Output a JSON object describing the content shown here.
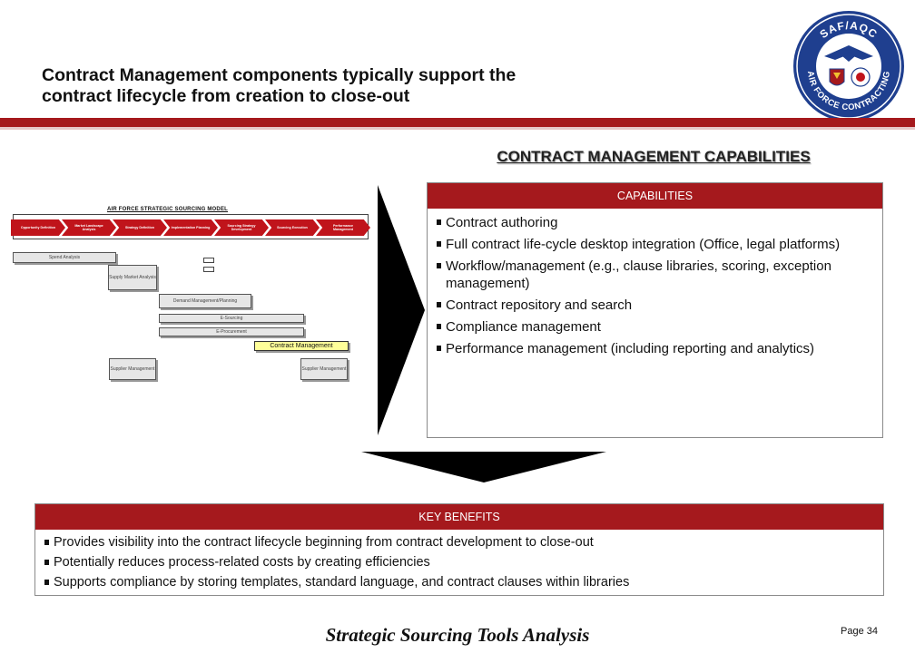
{
  "header": {
    "title_line1": "Contract Management components typically support the",
    "title_line2": "contract lifecycle from creation to close-out"
  },
  "seal": {
    "top_text": "SAF/AQC",
    "bottom_text": "AIR FORCE CONTRACTING"
  },
  "model": {
    "title": "AIR FORCE STRATEGIC SOURCING MODEL",
    "stages": [
      "Opportunity Definition",
      "Market Landscape Analysis",
      "Strategy Definition",
      "Implementation Planning",
      "Sourcing Strategy Development",
      "Sourcing Execution",
      "Performance Management"
    ],
    "spend_analysis": "Spend Analysis",
    "supply_market": "Supply Market Analysis",
    "demand_mgmt": "Demand Management/Planning",
    "esourcing": "E-Sourcing",
    "eprocurement": "E-Procurement",
    "contract_mgmt": "Contract Management",
    "supplier_mgmt_1": "Supplier Management",
    "supplier_mgmt_2": "Supplier Management"
  },
  "capabilities_section": {
    "heading": "CONTRACT MANAGEMENT CAPABILITIES",
    "box_header": "CAPABILITIES",
    "items": [
      "Contract authoring",
      "Full contract life-cycle desktop integration (Office, legal platforms)",
      "Workflow/management (e.g., clause libraries, scoring, exception management)",
      "Contract repository and search",
      "Compliance management",
      "Performance management (including reporting and analytics)"
    ]
  },
  "benefits_section": {
    "box_header": "KEY BENEFITS",
    "items": [
      "Provides visibility into the contract lifecycle beginning from contract development to close-out",
      "Potentially reduces process-related costs by creating efficiencies",
      "Supports compliance by storing templates, standard language, and contract clauses within libraries"
    ]
  },
  "footer": {
    "title": "Strategic Sourcing Tools Analysis",
    "page": "Page 34"
  },
  "colors": {
    "brand_red": "#a5191d",
    "chevron_red": "#c0141b",
    "seal_blue": "#1f3f8f",
    "highlight_yellow": "#ffff99"
  }
}
